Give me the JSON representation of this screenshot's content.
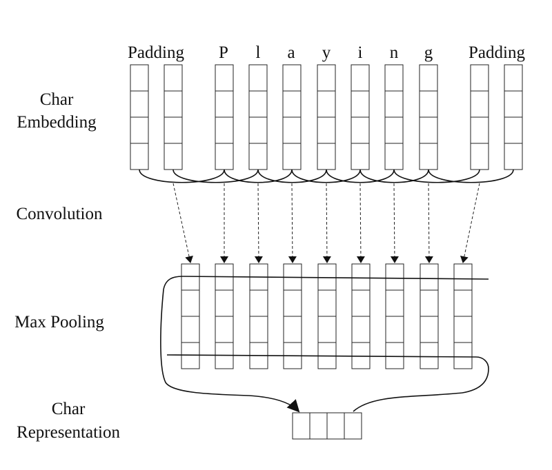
{
  "stage_labels": {
    "char_embedding": [
      "Char",
      "Embedding"
    ],
    "convolution": "Convolution",
    "max_pooling": "Max Pooling",
    "char_representation": [
      "Char",
      "Representation"
    ]
  },
  "input_tokens": [
    "Padding",
    "Padding",
    "P",
    "l",
    "a",
    "y",
    "i",
    "n",
    "g",
    "Padding",
    "Padding"
  ],
  "token_labels": [
    "Padding",
    "P",
    "l",
    "a",
    "y",
    "i",
    "n",
    "g",
    "Padding"
  ],
  "embedding_dim": 4,
  "conv_outputs": 9,
  "conv_dim": 4,
  "output_dim": 4,
  "colors": {
    "stroke": "#111111",
    "background": "#ffffff"
  }
}
